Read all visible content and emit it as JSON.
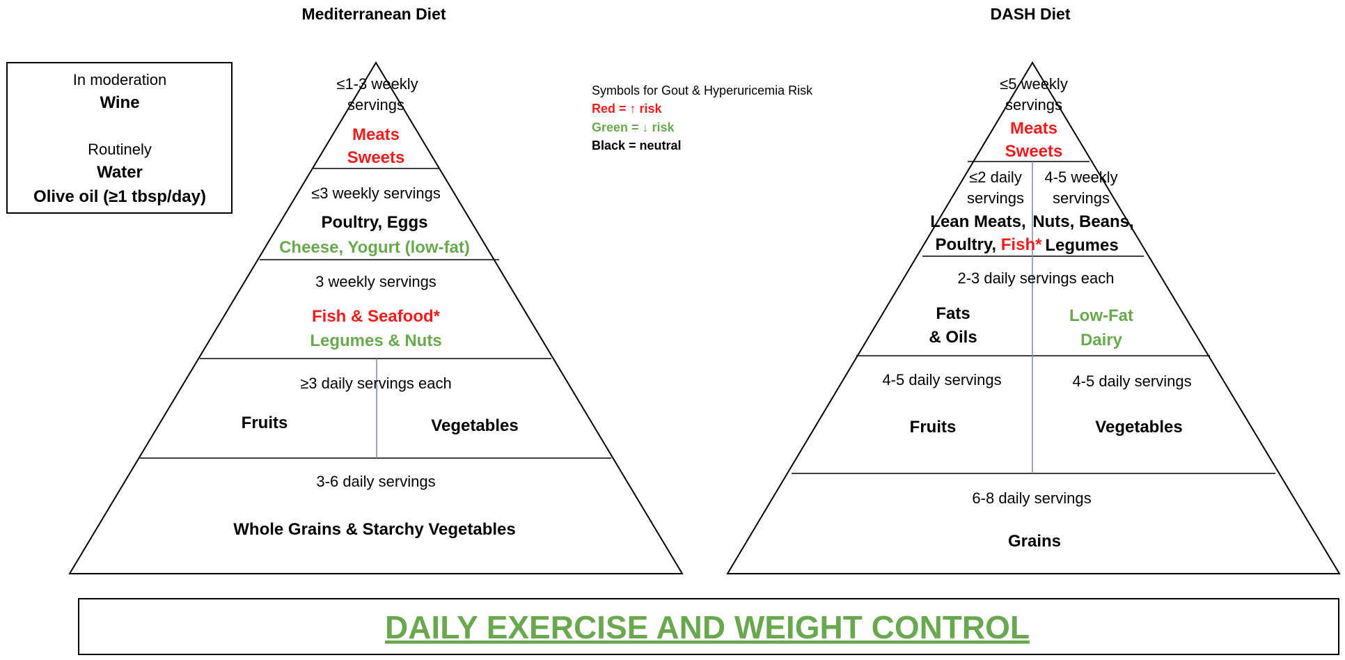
{
  "mediterranean": {
    "title": "Mediterranean Diet",
    "side_box": {
      "moderation_label": "In moderation",
      "moderation_item": "Wine",
      "routinely_label": "Routinely",
      "routinely_item1": "Water",
      "routinely_item2": "Olive oil (≥1 tbsp/day)"
    },
    "tiers": [
      {
        "servings_line1": "≤1-3 weekly",
        "servings_line2": "servings",
        "item1": "Meats",
        "item2": "Sweets",
        "item1_risk": "red",
        "item2_risk": "red"
      },
      {
        "servings": "≤3 weekly servings",
        "item1": "Poultry, Eggs",
        "item2": "Cheese, Yogurt (low-fat)",
        "item1_risk": "black",
        "item2_risk": "green"
      },
      {
        "servings": "3 weekly servings",
        "item1": "Fish & Seafood*",
        "item2": "Legumes & Nuts",
        "item1_risk": "red",
        "item2_risk": "green"
      },
      {
        "servings": "≥3 daily servings each",
        "left": "Fruits",
        "right": "Vegetables"
      },
      {
        "servings": "3-6 daily servings",
        "item": "Whole Grains & Starchy Vegetables"
      }
    ]
  },
  "dash": {
    "title": "DASH Diet",
    "tiers": [
      {
        "servings_line1": "≤5 weekly",
        "servings_line2": "servings",
        "item1": "Meats",
        "item2": "Sweets",
        "item1_risk": "red",
        "item2_risk": "red"
      },
      {
        "left": {
          "servings_line1": "≤2 daily",
          "servings_line2": "servings",
          "item1": "Lean Meats,",
          "item2_prefix": "Poultry, ",
          "item2_suffix": "Fish*"
        },
        "right": {
          "servings_line1": "4-5 weekly",
          "servings_line2": "servings",
          "item1": "Nuts, Beans,",
          "item2": "Legumes"
        }
      },
      {
        "servings": "2-3 daily servings each",
        "left_line1": "Fats",
        "left_line2": "& Oils",
        "right_line1": "Low-Fat",
        "right_line2": "Dairy"
      },
      {
        "left_servings": "4-5 daily servings",
        "left": "Fruits",
        "right_servings": "4-5 daily servings",
        "right": "Vegetables"
      },
      {
        "servings": "6-8 daily servings",
        "item": "Grains"
      }
    ]
  },
  "legend": {
    "title": "Symbols for Gout & Hyperuricemia Risk",
    "red": "Red = ↑ risk",
    "green": "Green = ↓ risk",
    "black": "Black = neutral"
  },
  "banner": "DAILY EXERCISE AND WEIGHT CONTROL",
  "colors": {
    "increased_risk": "#ee1c1c",
    "decreased_risk": "#6aa84f",
    "neutral": "#000000",
    "divider": "#7f8c99"
  }
}
